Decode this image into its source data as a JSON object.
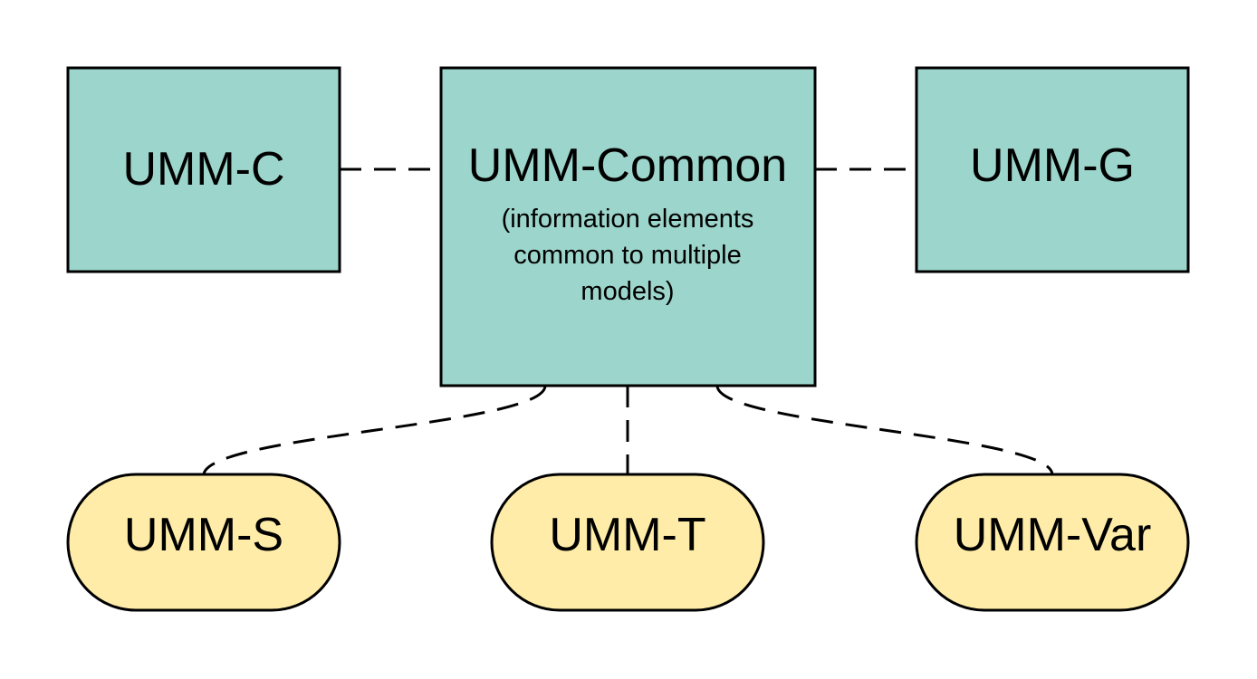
{
  "colors": {
    "model_box": "#9cd5cb",
    "extension_box": "#feeca8",
    "stroke": "#000000"
  },
  "nodes": {
    "umm_c": {
      "label": "UMM-C"
    },
    "umm_common": {
      "label": "UMM-Common",
      "description_lines": [
        "(information elements",
        "common to multiple",
        "models)"
      ]
    },
    "umm_g": {
      "label": "UMM-G"
    },
    "umm_s": {
      "label": "UMM-S"
    },
    "umm_t": {
      "label": "UMM-T"
    },
    "umm_var": {
      "label": "UMM-Var"
    }
  }
}
